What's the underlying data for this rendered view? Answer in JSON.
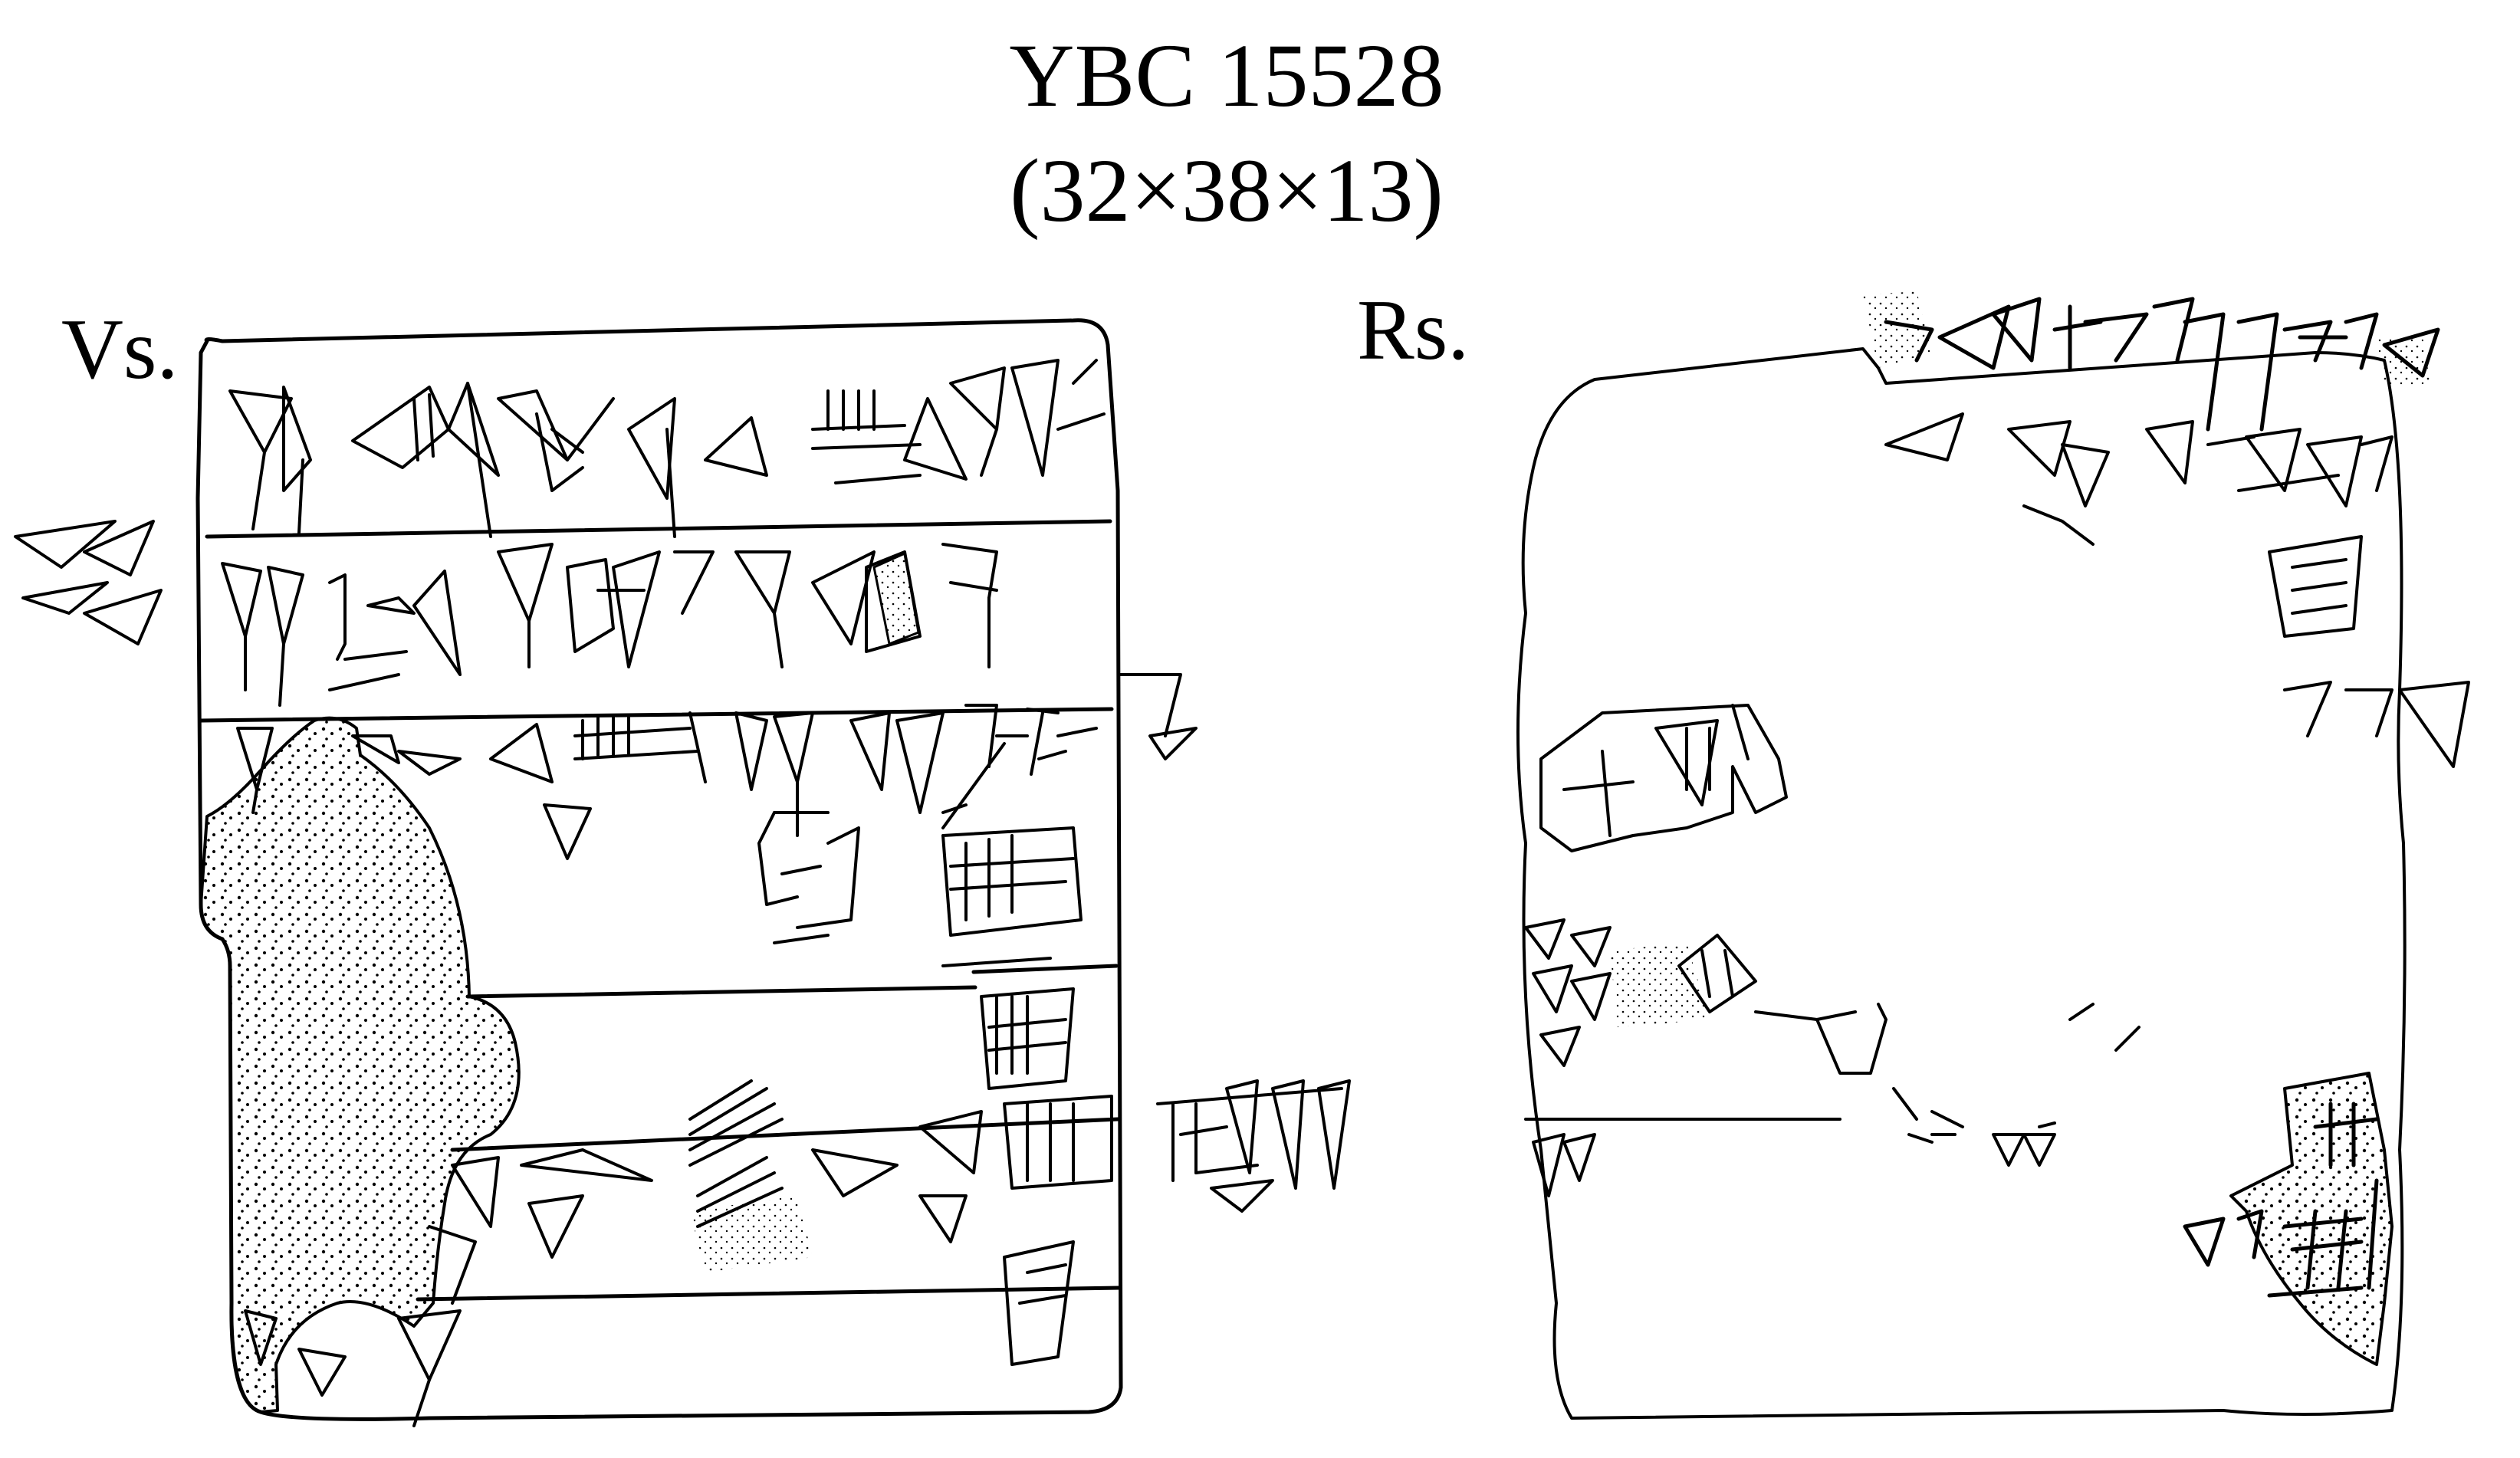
{
  "figure": {
    "title": "YBC 15528",
    "dimensions": "(32×38×13)"
  },
  "obverse": {
    "label": "Vs."
  },
  "reverse": {
    "label": "Rs."
  }
}
